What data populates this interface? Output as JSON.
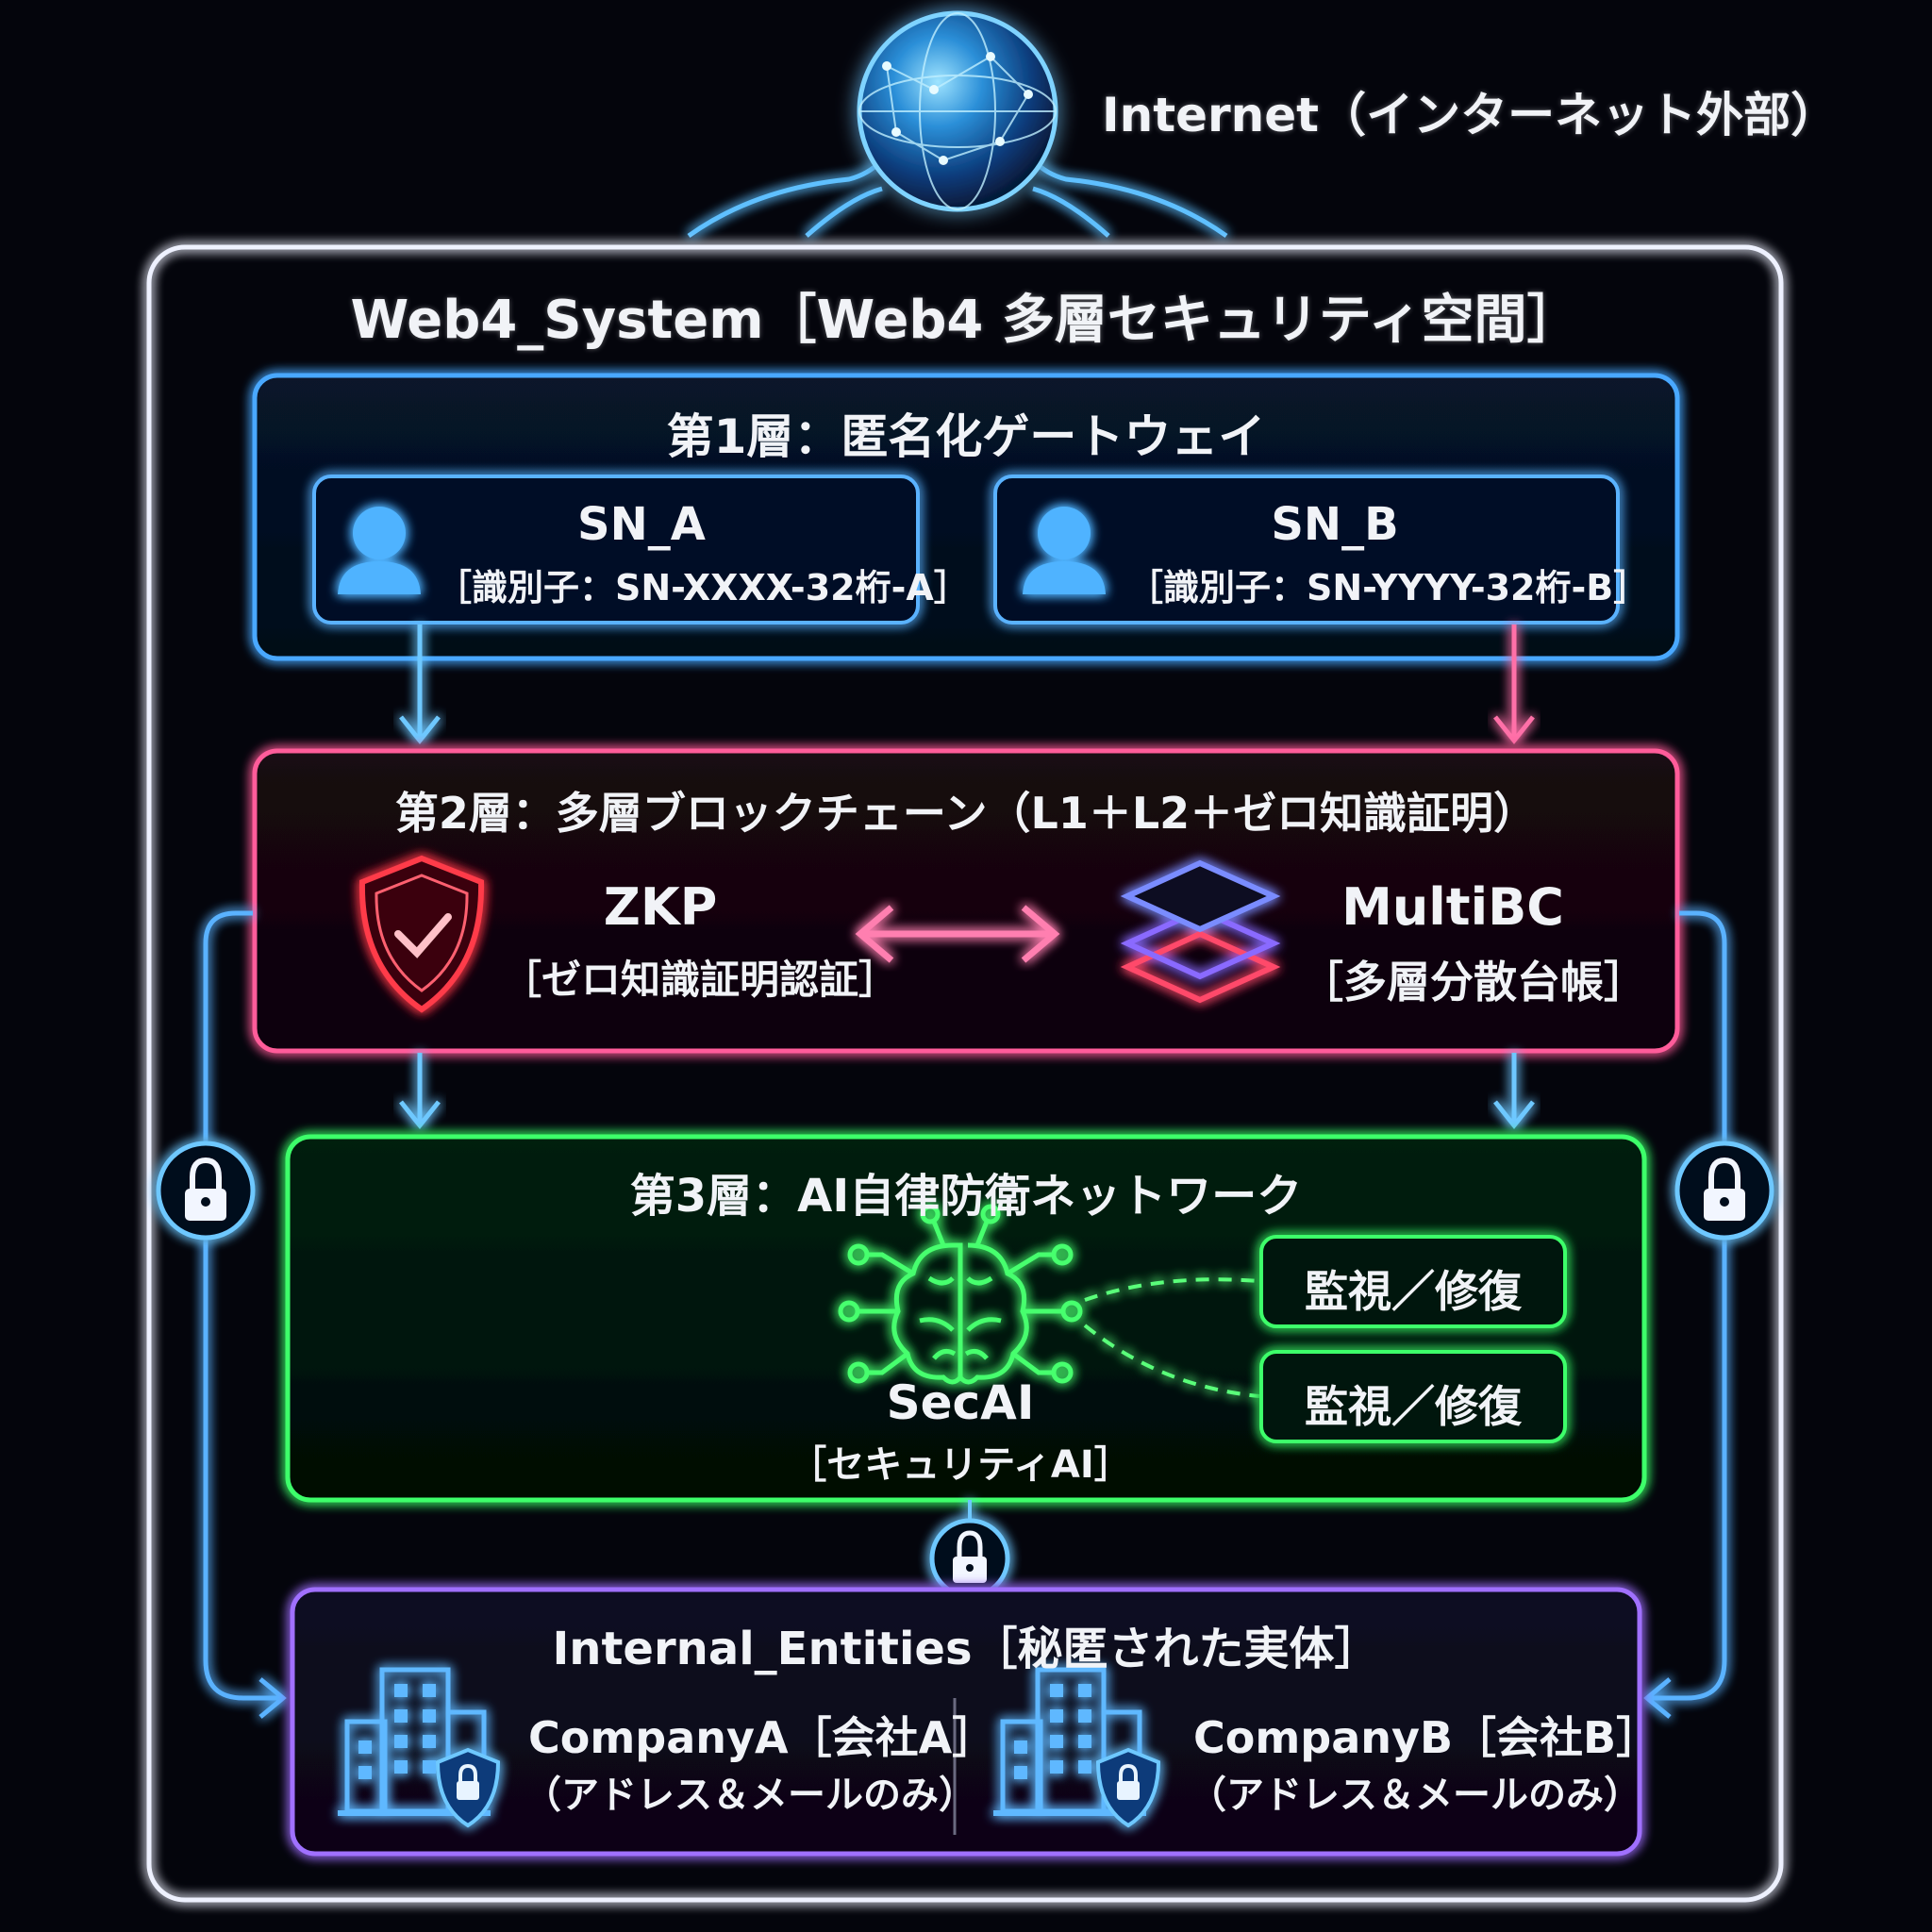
{
  "internet": {
    "label": "Internet（インターネット外部）",
    "icon": "globe-icon"
  },
  "system": {
    "title": "Web4_System［Web4 多層セキュリティ空間］"
  },
  "layer1": {
    "title": "第1層：匿名化ゲートウェイ",
    "nodes": [
      {
        "name": "SN_A",
        "id_label": "［識別子：SN-XXXX-32桁-A］",
        "icon": "user-icon"
      },
      {
        "name": "SN_B",
        "id_label": "［識別子：SN-YYYY-32桁-B］",
        "icon": "user-icon"
      }
    ]
  },
  "layer2": {
    "title": "第2層：多層ブロックチェーン（L1＋L2＋ゼロ知識証明）",
    "zkp": {
      "name": "ZKP",
      "desc": "［ゼロ知識証明認証］",
      "icon": "shield-check-icon"
    },
    "multibc": {
      "name": "MultiBC",
      "desc": "［多層分散台帳］",
      "icon": "layers-icon"
    }
  },
  "layer3": {
    "title": "第3層：AI自律防衛ネットワーク",
    "ai": {
      "name": "SecAI",
      "desc": "［セキュリティAI］",
      "icon": "brain-circuit-icon"
    },
    "tasks": [
      "監視／修復",
      "監視／修復"
    ]
  },
  "internal": {
    "title": "Internal_Entities［秘匿された実体］",
    "companies": [
      {
        "name": "CompanyA［会社A］",
        "note": "（アドレス＆メールのみ）",
        "icon": "building-lock-icon"
      },
      {
        "name": "CompanyB［会社B］",
        "note": "（アドレス＆メールのみ）",
        "icon": "building-lock-icon"
      }
    ]
  },
  "colors": {
    "outer": "#e8ecff",
    "layer1": "#4aa8ff",
    "layer2": "#ff5c9a",
    "layer3": "#3dff6a",
    "internal": "#a070ff",
    "arrow_blue": "#6ec8ff",
    "arrow_pink": "#ff6fa8"
  }
}
